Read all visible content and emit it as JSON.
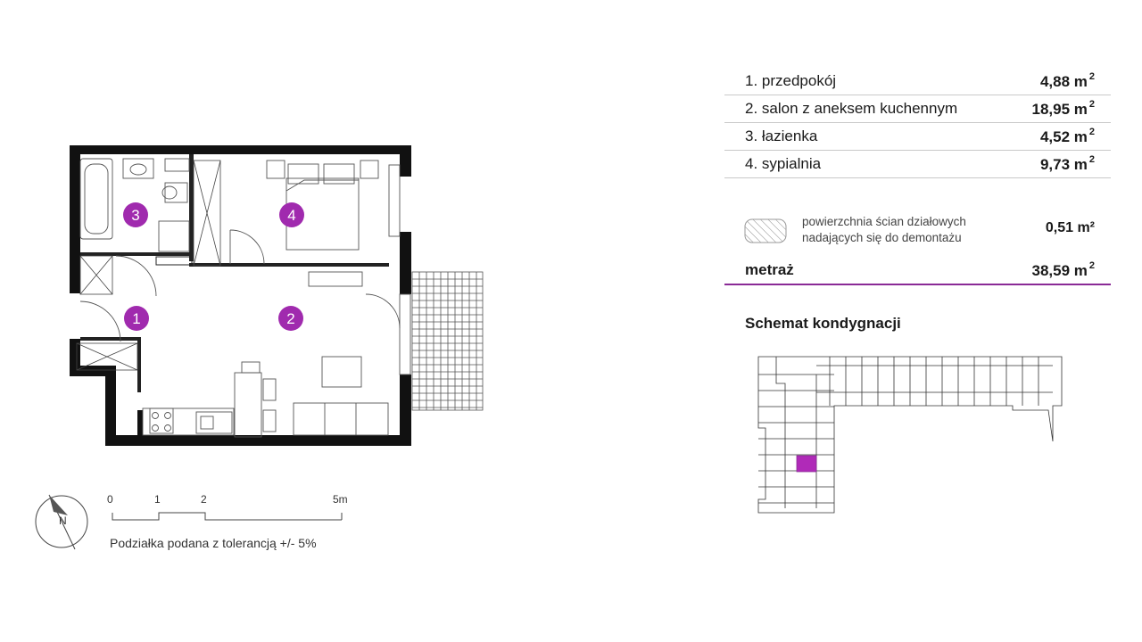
{
  "rooms": [
    {
      "name": "1. przedpokój",
      "area": "4,88 m",
      "unit_sup": "2",
      "badge": "1"
    },
    {
      "name": "2. salon z aneksem kuchennym",
      "area": "18,95 m",
      "unit_sup": "2",
      "badge": "2"
    },
    {
      "name": "3. łazienka",
      "area": "4,52 m",
      "unit_sup": "2",
      "badge": "3"
    },
    {
      "name": "4. sypialnia",
      "area": "9,73 m",
      "unit_sup": "2",
      "badge": "4"
    }
  ],
  "walls": {
    "line1": "powierzchnia ścian działowych",
    "line2": "nadających się do demontażu",
    "area": "0,51 m²",
    "icon": "hatch-swatch-icon"
  },
  "total": {
    "label": "metraż",
    "area": "38,59 m",
    "unit_sup": "2"
  },
  "schema_title": "Schemat kondygnacji",
  "scale": {
    "ticks": [
      "0",
      "1",
      "2",
      "5m"
    ],
    "caption": "Podziałka podana z tolerancją +/- 5%"
  },
  "compass": {
    "letter": "N",
    "icon": "north-arrow-icon"
  },
  "colors": {
    "accent": "#8a2a96",
    "badge": "#a02aae",
    "highlight": "#b02ab8",
    "wall": "#111111"
  }
}
